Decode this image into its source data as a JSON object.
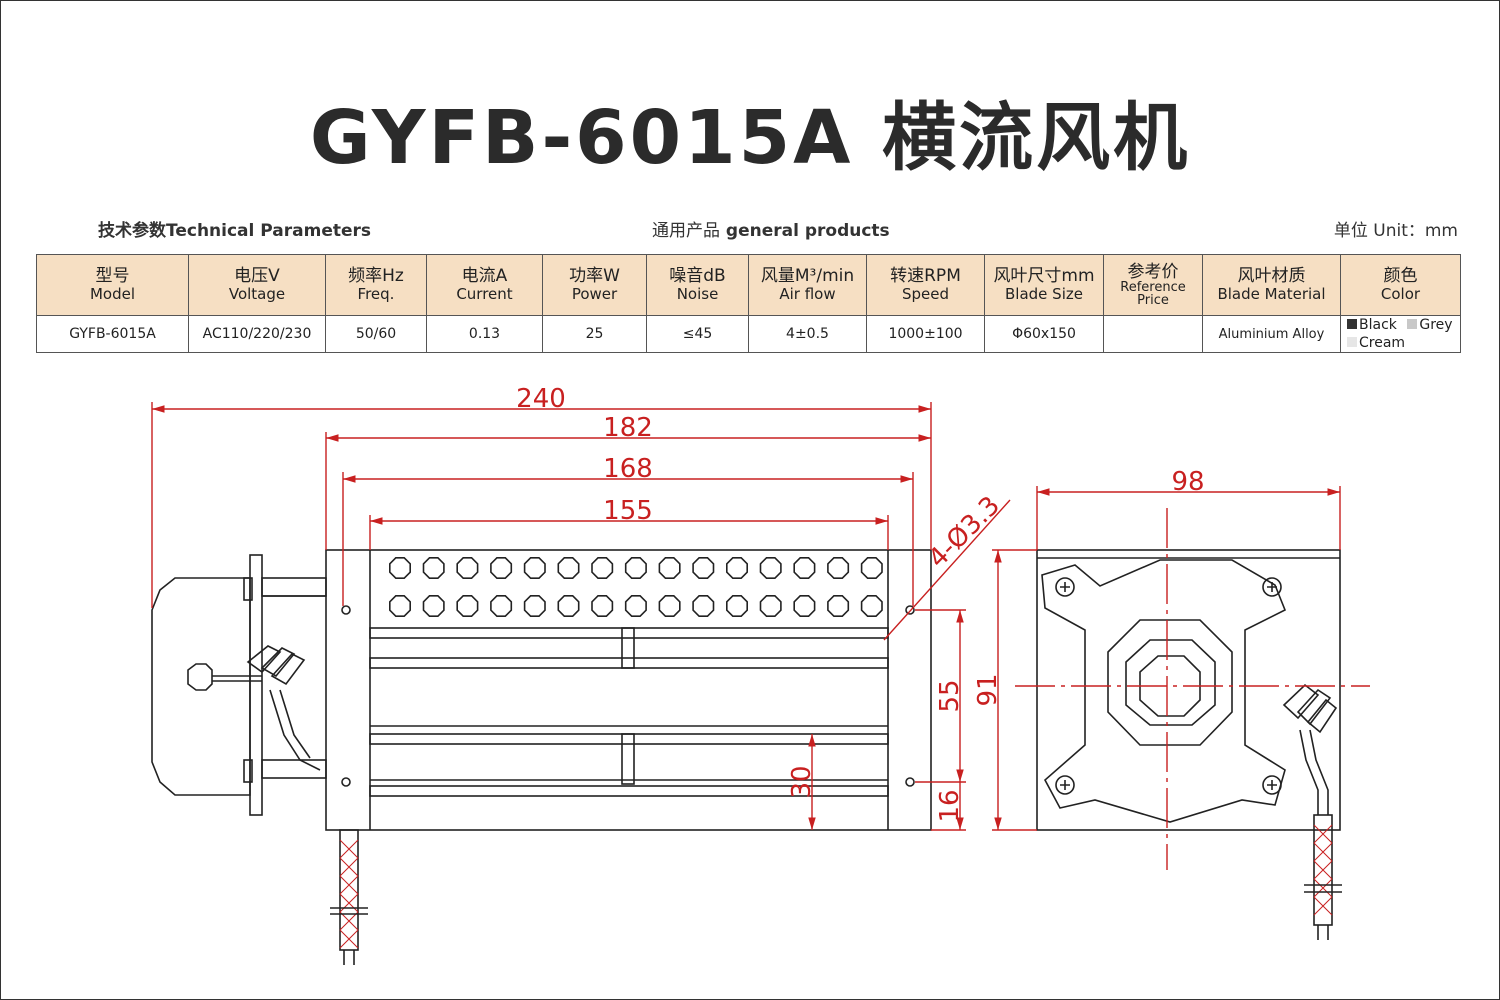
{
  "title": "GYFB-6015A 横流风机",
  "subtitles": {
    "tech_cn": "技术参数",
    "tech_en": "Technical Parameters",
    "general_cn": "通用产品",
    "general_en": "general products",
    "unit_cn": "单位",
    "unit_en": "Unit：mm"
  },
  "table": {
    "headers": [
      {
        "cn": "型号",
        "en": "Model"
      },
      {
        "cn": "电压V",
        "en": "Voltage"
      },
      {
        "cn": "频率Hz",
        "en": "Freq."
      },
      {
        "cn": "电流A",
        "en": "Current"
      },
      {
        "cn": "功率W",
        "en": "Power"
      },
      {
        "cn": "噪音dB",
        "en": "Noise"
      },
      {
        "cn": "风量M³/min",
        "en": "Air flow"
      },
      {
        "cn": "转速RPM",
        "en": "Speed"
      },
      {
        "cn": "风叶尺寸mm",
        "en": "Blade Size"
      },
      {
        "cn": "参考价",
        "en": "Reference Price"
      },
      {
        "cn": "风叶材质",
        "en": "Blade Material"
      },
      {
        "cn": "颜色",
        "en": "Color"
      }
    ],
    "row": [
      "GYFB-6015A",
      "AC110/220/230",
      "50/60",
      "0.13",
      "25",
      "≤45",
      "4±0.5",
      "1000±100",
      "Φ60x150",
      "",
      "Aluminium Alloy"
    ],
    "colors": [
      {
        "name": "Black",
        "hex": "#333333"
      },
      {
        "name": "Grey",
        "hex": "#c8c8c8"
      },
      {
        "name": "Cream",
        "hex": "#e6e6e6"
      }
    ]
  },
  "dimensions": {
    "d240": "240",
    "d182": "182",
    "d168": "168",
    "d155": "155",
    "d98": "98",
    "d91": "91",
    "d55": "55",
    "d30": "30",
    "d16": "16",
    "holes": "4-Ø3.3"
  },
  "colors": {
    "dimension": "#c82020",
    "line": "#222222",
    "header_bg": "#f6dfc3"
  }
}
